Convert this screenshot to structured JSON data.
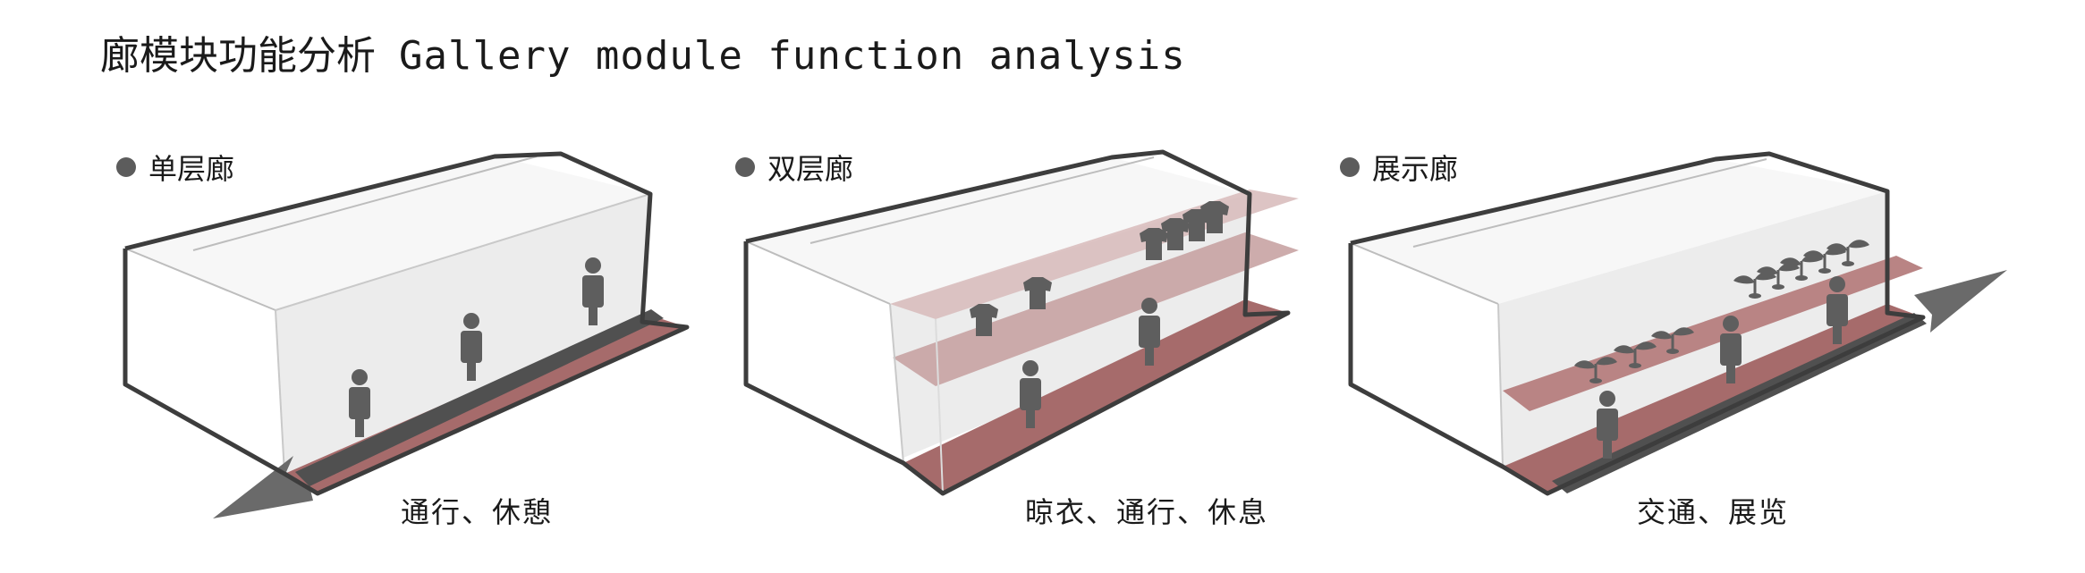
{
  "title": {
    "zh": "廊模块功能分析",
    "en": "Gallery module function analysis"
  },
  "modules": [
    {
      "name": "单层廊",
      "caption": "通行、休憩"
    },
    {
      "name": "双层廊",
      "caption": "晾衣、通行、休息"
    },
    {
      "name": "展示廊",
      "caption": "交通、展览"
    }
  ],
  "colors": {
    "outline": "#3d3d3d",
    "floor": "#9e6666",
    "floor_light": "#d9bebe",
    "path": "#4f4f4f",
    "arrow": "#6a6a6a",
    "figure": "#5e5e5e",
    "wall": "#ebebeb"
  }
}
